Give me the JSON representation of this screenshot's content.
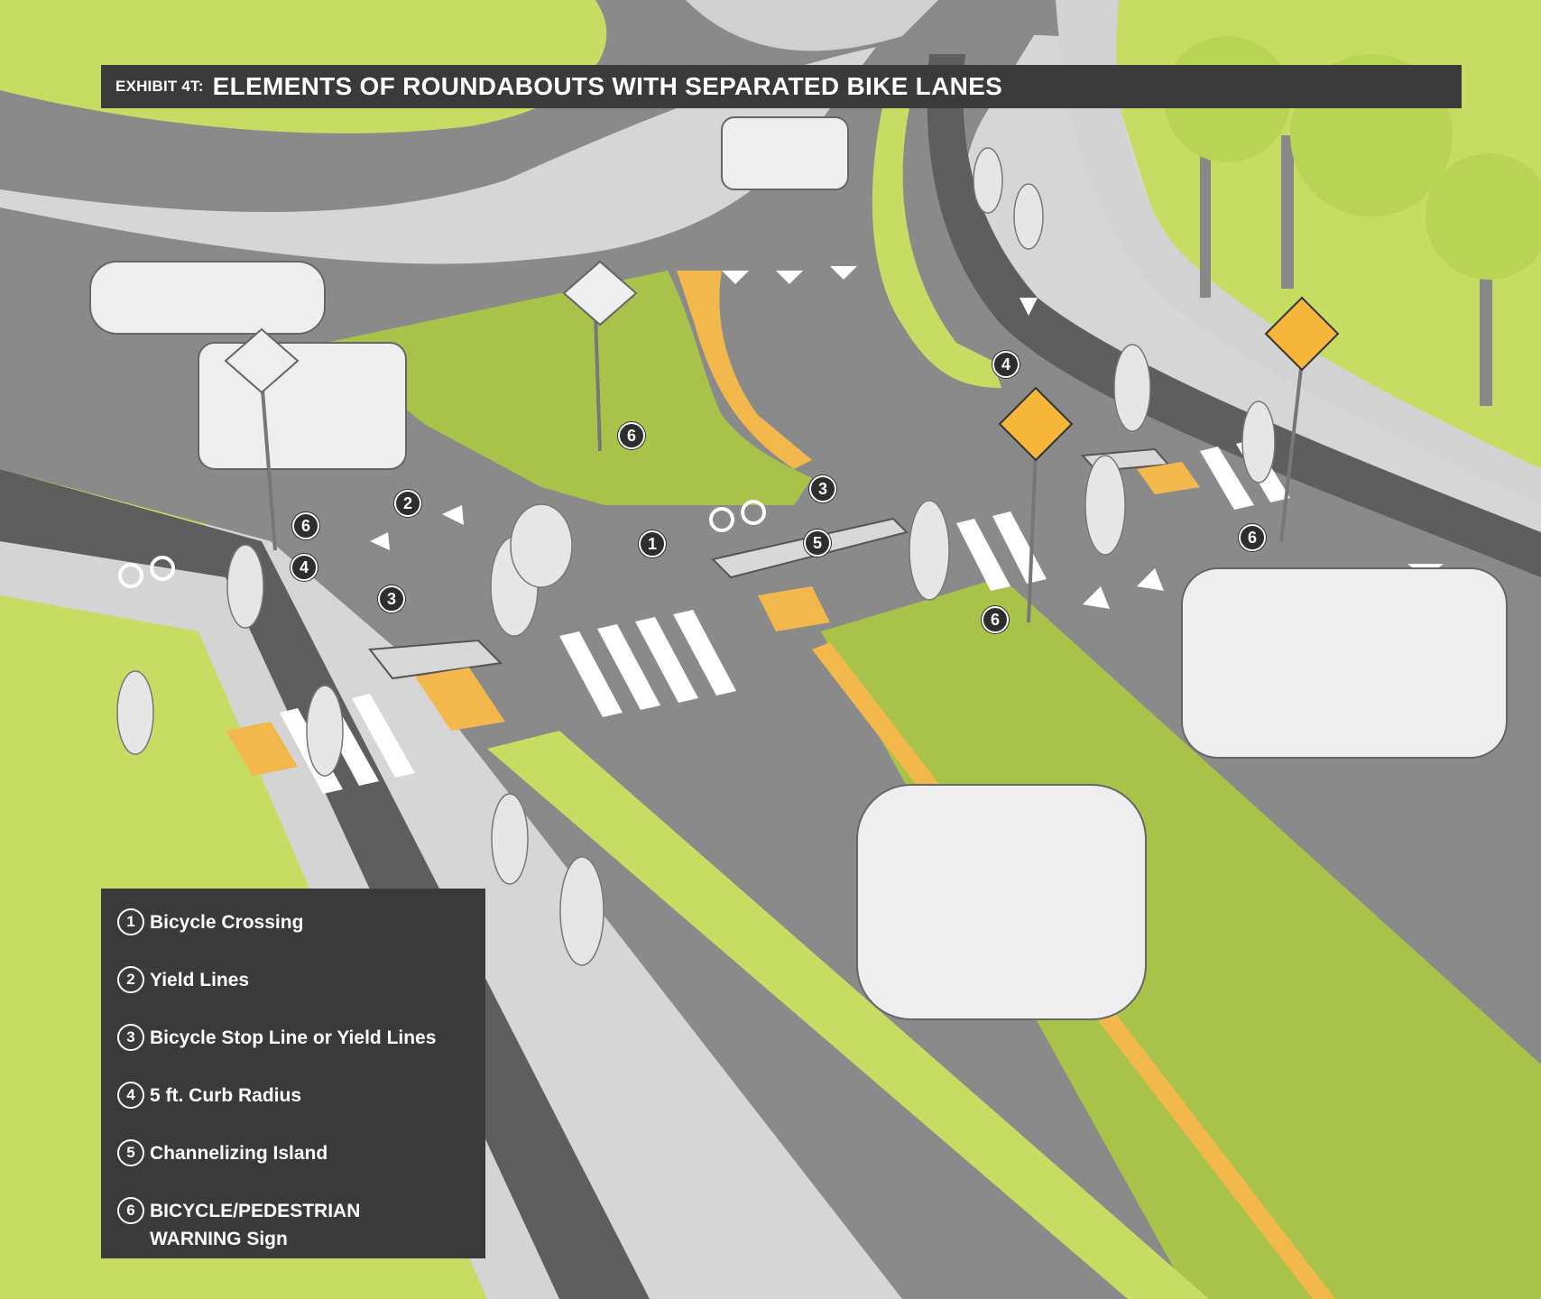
{
  "exhibit": {
    "prefix": "EXHIBIT 4T:",
    "title": "ELEMENTS OF ROUNDABOUTS WITH SEPARATED BIKE LANES"
  },
  "legend": {
    "items": [
      {
        "num": "1",
        "label": "Bicycle Crossing"
      },
      {
        "num": "2",
        "label": "Yield Lines"
      },
      {
        "num": "3",
        "label": "Bicycle Stop Line or Yield Lines"
      },
      {
        "num": "4",
        "label": "5 ft. Curb Radius"
      },
      {
        "num": "5",
        "label": "Channelizing Island"
      },
      {
        "num": "6",
        "label": "BICYCLE/PEDESTRIAN\nWARNING Sign"
      }
    ]
  },
  "callouts": [
    "1",
    "2",
    "3",
    "3",
    "4",
    "4",
    "5",
    "6",
    "6",
    "6",
    "6"
  ],
  "colors": {
    "green": "#c7dc63",
    "asphalt": "#8c8c8c",
    "bike_lane": "#5e5e5e",
    "sidewalk": "#cfcfcf",
    "yellow": "#f2b84b",
    "sign_yellow": "#f5b63a",
    "panel": "#3a3a3a"
  },
  "icons": [
    "bicycle-symbol-icon",
    "arrow-icon",
    "bicycle-warning-sign-icon",
    "pedestrian-warning-sign-icon"
  ]
}
